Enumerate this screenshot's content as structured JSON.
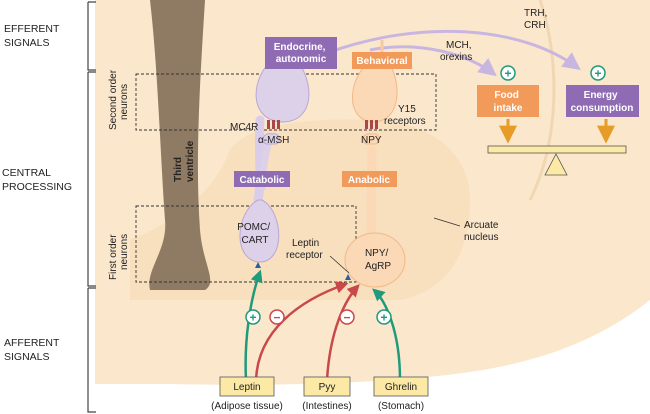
{
  "sections": {
    "efferent": [
      "EFFERENT",
      "SIGNALS"
    ],
    "central": [
      "CENTRAL",
      "PROCESSING"
    ],
    "afferent": [
      "AFFERENT",
      "SIGNALS"
    ]
  },
  "neuron_orders": {
    "second": [
      "Second order",
      "neurons"
    ],
    "first": [
      "First order",
      "neurons"
    ]
  },
  "third_ventricle": [
    "Third",
    "ventricle"
  ],
  "boxes": {
    "endocrine": [
      "Endocrine,",
      "autonomic"
    ],
    "behavioral": "Behavioral",
    "catabolic": "Catabolic",
    "anabolic": "Anabolic",
    "food_intake": [
      "Food",
      "intake"
    ],
    "energy": [
      "Energy",
      "consumption"
    ]
  },
  "labels": {
    "trh_crh": [
      "TRH,",
      "CRH"
    ],
    "mch_orexins": [
      "MCH,",
      "orexins"
    ],
    "mc4r": "MC4R",
    "alpha_msh": "α-MSH",
    "npy_top": "NPY",
    "y15": [
      "Y15",
      "receptors"
    ],
    "pomc": [
      "POMC/",
      "CART"
    ],
    "leptin_receptor": [
      "Leptin",
      "receptor"
    ],
    "npy_agrp": [
      "NPY/",
      "AgRP"
    ],
    "arcuate": [
      "Arcuate",
      "nucleus"
    ]
  },
  "signs": {
    "plus": "+",
    "minus": "−"
  },
  "sources": [
    {
      "name": "Leptin",
      "origin": "(Adipose tissue)"
    },
    {
      "name": "Pyy",
      "origin": "(Intestines)"
    },
    {
      "name": "Ghrelin",
      "origin": "(Stomach)"
    }
  ],
  "colors": {
    "purple": "#8e6bb2",
    "orange": "#f29a5a",
    "green": "#1f9a7a",
    "red": "#c9484a",
    "arrow_gold": "#e69c26",
    "tissue": "#fbe7cc",
    "ventricle": "#8f7a63",
    "source_fill": "#fde9a6"
  }
}
